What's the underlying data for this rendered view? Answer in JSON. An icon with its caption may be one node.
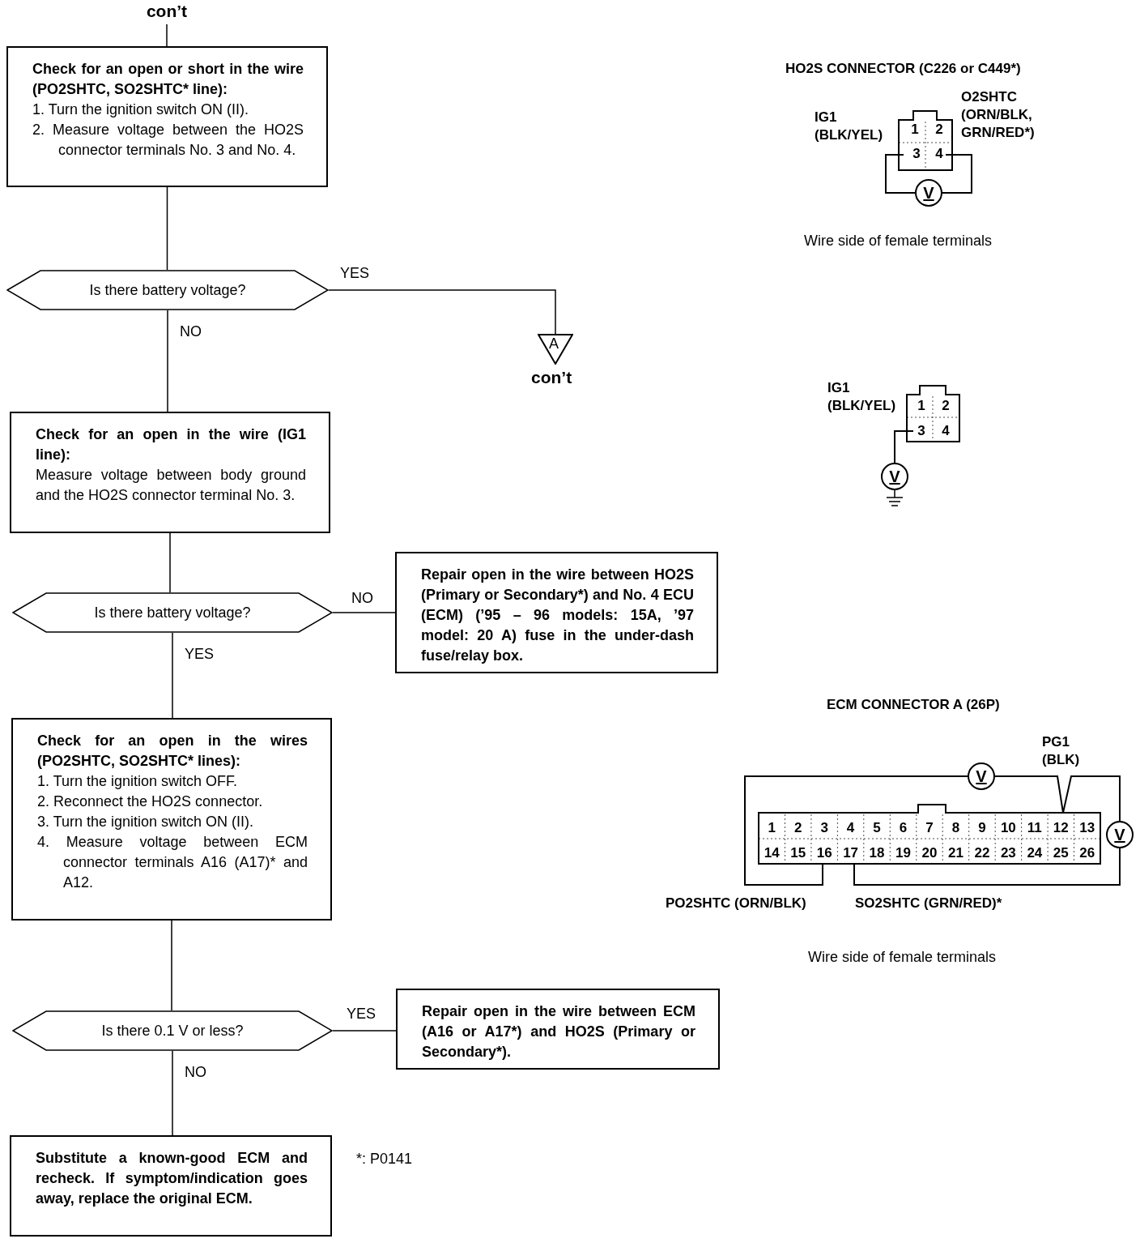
{
  "diagram": {
    "nodes": [
      {
        "text": [
          "con’t"
        ]
      },
      {
        "text": [
          "Check for an open or short in the wire (PO2SHTC, SO2SHTC* line):",
          "1. Turn the ignition switch ON (II).",
          "2. Measure voltage between the HO2S connector terminals No. 3 and No. 4."
        ]
      },
      {
        "text": [
          "Is there battery voltage?"
        ]
      },
      {
        "text": [
          "A"
        ],
        "beside": [
          "con’t"
        ]
      },
      {
        "text": [
          "Check for an open in the wire (IG1 line):",
          "Measure voltage between body ground and the HO2S connector terminal No. 3."
        ]
      },
      {
        "text": [
          "Is there battery voltage?"
        ]
      },
      {
        "text": [
          "Repair open in the wire between HO2S (Primary or Secondary*) and No. 4 ECU (ECM) (’95 – 96 models: 15A, ’97 model: 20 A) fuse in the under-dash fuse/relay box."
        ]
      },
      {
        "text": [
          "Check for an open in the wires (PO2SHTC, SO2SHTC* lines):",
          "1. Turn the ignition switch OFF.",
          "2. Reconnect the HO2S connector.",
          "3. Turn the ignition switch ON (II).",
          "4. Measure voltage between ECM connector terminals A16 (A17)* and A12."
        ]
      },
      {
        "text": [
          "Is there 0.1 V or less?"
        ]
      },
      {
        "text": [
          "Repair open in the wire between ECM (A16 or A17*) and HO2S (Primary or Secondary*)."
        ]
      },
      {
        "text": [
          "Substitute a known-good ECM and recheck. If symptom/indication goes away, replace the original ECM."
        ]
      }
    ],
    "edges": [
      {
        "from": 0,
        "to": 1,
        "arrow": "none"
      },
      {
        "from": 1,
        "to": 2,
        "arrow": "none"
      },
      {
        "from": 2,
        "to": 3,
        "arrow": "none",
        "label": "YES"
      },
      {
        "from": 2,
        "to": 4,
        "arrow": "none",
        "label": "NO"
      },
      {
        "from": 4,
        "to": 5,
        "arrow": "none"
      },
      {
        "from": 5,
        "to": 6,
        "arrow": "none",
        "label": "NO"
      },
      {
        "from": 5,
        "to": 7,
        "arrow": "none",
        "label": "YES"
      },
      {
        "from": 7,
        "to": 8,
        "arrow": "none"
      },
      {
        "from": 8,
        "to": 9,
        "arrow": "none",
        "label": "YES"
      },
      {
        "from": 8,
        "to": 10,
        "arrow": "none",
        "label": "NO"
      }
    ],
    "labels": [
      "HO2S CONNECTOR (C226 or C449*)",
      "IG1 (BLK/YEL)",
      "O2SHTC (ORN/BLK, GRN/RED*)",
      "1",
      "2",
      "3",
      "4",
      "V",
      "Wire side of female terminals",
      "IG1 (BLK/YEL)",
      "1",
      "2",
      "3",
      "4",
      "V",
      "ECM CONNECTOR A (26P)",
      "PG1 (BLK)",
      "V",
      "1",
      "2",
      "3",
      "4",
      "5",
      "6",
      "7",
      "8",
      "9",
      "10",
      "11",
      "12",
      "13",
      "V",
      "14",
      "15",
      "16",
      "17",
      "18",
      "19",
      "20",
      "21",
      "22",
      "23",
      "24",
      "25",
      "26",
      "PO2SHTC (ORN/BLK)",
      "SO2SHTC (GRN/RED)*",
      "Wire side of female terminals",
      "*: P0141"
    ]
  }
}
